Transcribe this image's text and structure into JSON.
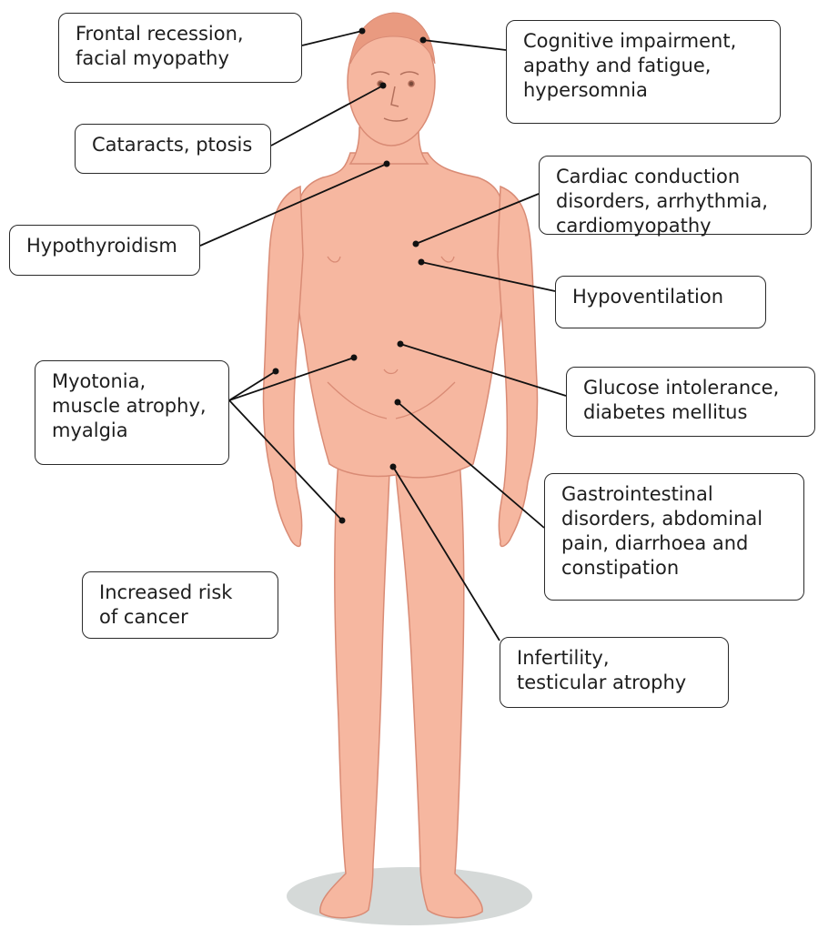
{
  "colors": {
    "skin": "#f6b7a0",
    "skin_shade": "#eaa08a",
    "skin_outline": "#d98b75",
    "hair": "#e99a80",
    "shadow": "#c7cccb",
    "leader_line": "#111111",
    "box_border": "#2a2a2a"
  },
  "labels": {
    "frontal": "Frontal recession,\nfacial myopathy",
    "cognitive": "Cognitive impairment,\napathy and fatigue,\nhypersomnia",
    "cataracts": "Cataracts, ptosis",
    "cardiac": "Cardiac conduction\ndisorders, arrhythmia,\ncardiomyopathy",
    "hypothyroidism": "Hypothyroidism",
    "hypoventilation": "Hypoventilation",
    "myotonia": "Myotonia,\nmuscle atrophy,\nmyalgia",
    "glucose": "Glucose intolerance,\ndiabetes mellitus",
    "gastro": "Gastrointestinal\ndisorders, abdominal\npain, diarrhoea and\nconstipation",
    "cancer": "Increased risk\nof cancer",
    "infertility": "Infertility,\ntesticular atrophy"
  }
}
